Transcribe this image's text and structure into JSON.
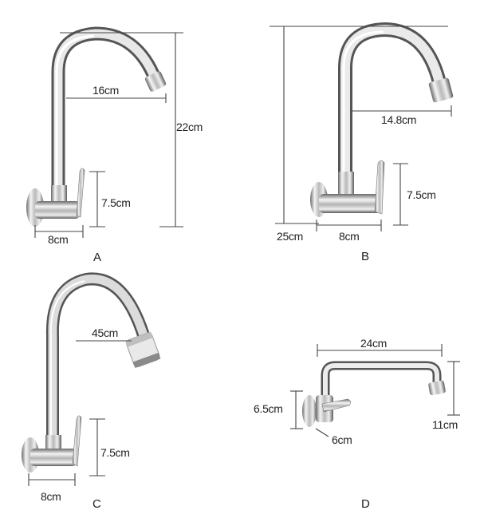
{
  "colors": {
    "chrome_light": "#f4f4f4",
    "chrome_mid": "#bdbdbd",
    "chrome_dark": "#5a5a5a",
    "measure_line": "#444444",
    "text": "#222222"
  },
  "panels": [
    {
      "label": "A",
      "dims": {
        "reach": "16cm",
        "height": "22cm",
        "handle": "7.5cm",
        "base": "8cm"
      }
    },
    {
      "label": "B",
      "dims": {
        "reach": "14.8cm",
        "height": "25cm",
        "handle": "7.5cm",
        "base": "8cm"
      }
    },
    {
      "label": "C",
      "dims": {
        "hose": "45cm",
        "handle": "7.5cm",
        "base": "8cm"
      }
    },
    {
      "label": "D",
      "dims": {
        "reach": "24cm",
        "height": "6.5cm",
        "drop": "11cm",
        "base": "6cm"
      }
    }
  ]
}
